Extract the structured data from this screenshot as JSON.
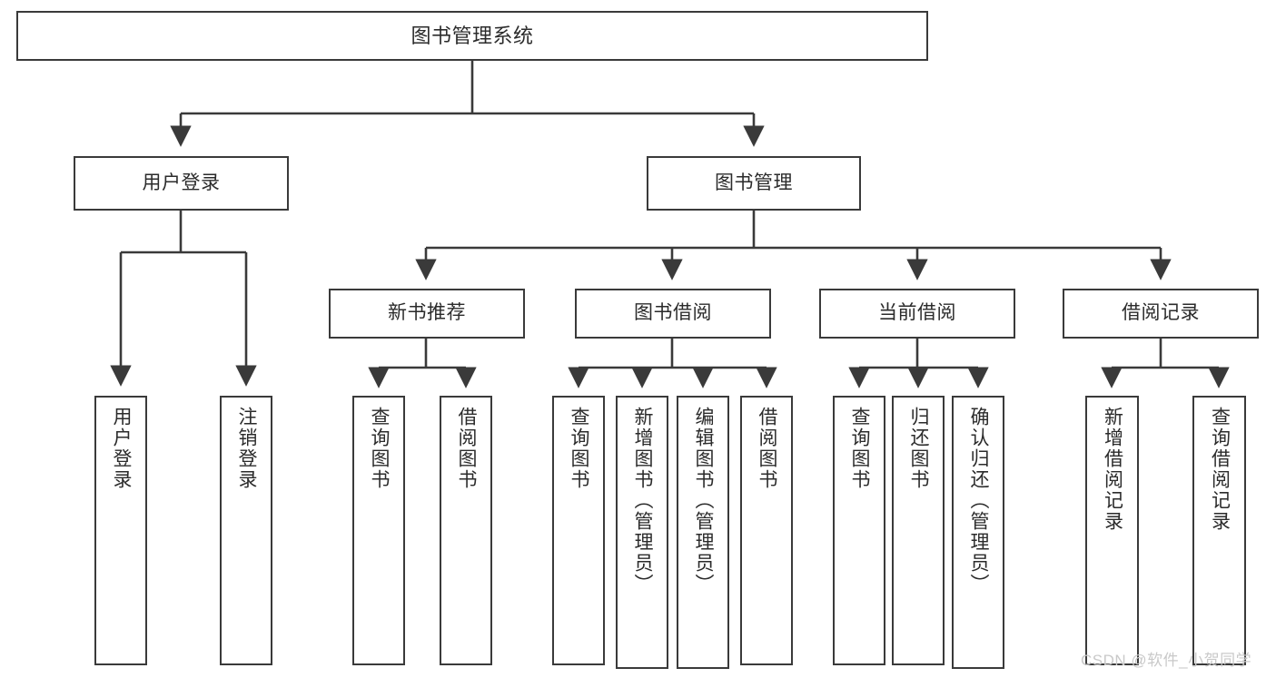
{
  "diagram": {
    "type": "tree-hierarchy",
    "title": "图书管理系统 功能结构图",
    "stroke_color": "#3a3a3a",
    "fill_color": "#ffffff",
    "text_color": "#2b2b2b"
  },
  "nodes": {
    "root": {
      "label": "图书管理系统",
      "level": 0,
      "orientation": "horizontal"
    },
    "l1": [
      {
        "id": "user_login",
        "label": "用户登录",
        "orientation": "horizontal"
      },
      {
        "id": "book_manage",
        "label": "图书管理",
        "orientation": "horizontal"
      }
    ],
    "l2": [
      {
        "id": "new_book_rec",
        "label": "新书推荐",
        "orientation": "horizontal"
      },
      {
        "id": "book_borrow",
        "label": "图书借阅",
        "orientation": "horizontal"
      },
      {
        "id": "current_borrow",
        "label": "当前借阅",
        "orientation": "horizontal"
      },
      {
        "id": "borrow_record",
        "label": "借阅记录",
        "orientation": "horizontal"
      }
    ],
    "leaves": {
      "user_login": [
        {
          "id": "leaf_user_login",
          "label": "用户登录",
          "orientation": "vertical"
        },
        {
          "id": "leaf_logout",
          "label": "注销登录",
          "orientation": "vertical"
        }
      ],
      "new_book_rec": [
        {
          "id": "leaf_query_book_1",
          "label": "查询图书",
          "orientation": "vertical"
        },
        {
          "id": "leaf_borrow_book_1",
          "label": "借阅图书",
          "orientation": "vertical"
        }
      ],
      "book_borrow": [
        {
          "id": "leaf_query_book_2",
          "label": "查询图书",
          "orientation": "vertical"
        },
        {
          "id": "leaf_add_book",
          "label": "新增图书（管理员）",
          "orientation": "vertical"
        },
        {
          "id": "leaf_edit_book",
          "label": "编辑图书（管理员）",
          "orientation": "vertical"
        },
        {
          "id": "leaf_borrow_book_2",
          "label": "借阅图书",
          "orientation": "vertical"
        }
      ],
      "current_borrow": [
        {
          "id": "leaf_query_book_3",
          "label": "查询图书",
          "orientation": "vertical"
        },
        {
          "id": "leaf_return_book",
          "label": "归还图书",
          "orientation": "vertical"
        },
        {
          "id": "leaf_confirm_return",
          "label": "确认归还（管理员）",
          "orientation": "vertical"
        }
      ],
      "borrow_record": [
        {
          "id": "leaf_add_record",
          "label": "新增借阅记录",
          "orientation": "vertical"
        },
        {
          "id": "leaf_query_record",
          "label": "查询借阅记录",
          "orientation": "vertical"
        }
      ]
    }
  },
  "watermark": {
    "text": "CSDN @软件_小贺同学",
    "color": "#c9c9c9"
  }
}
